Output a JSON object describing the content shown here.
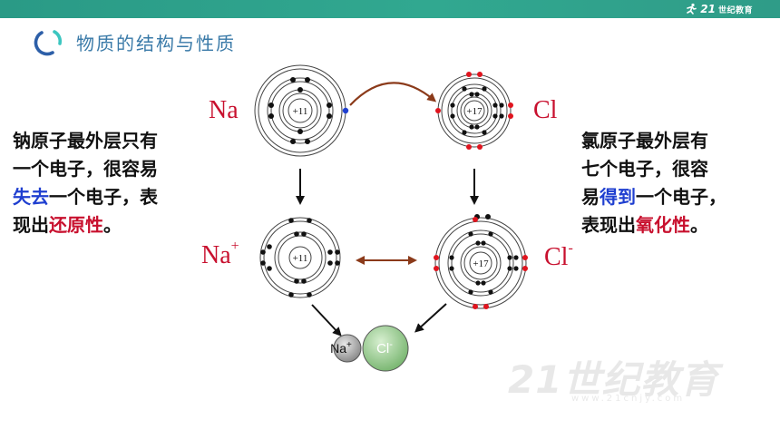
{
  "header": {
    "brand_num": "21",
    "brand_text": "世纪教育",
    "title": "物质的结构与性质"
  },
  "labels": {
    "na": "Na",
    "cl": "Cl",
    "na_ion_base": "Na",
    "na_ion_charge": "+",
    "cl_ion_base": "Cl",
    "cl_ion_charge": "-",
    "nucleus_na": "+11",
    "nucleus_cl": "+17",
    "ion_na": "Na",
    "ion_na_charge": "+",
    "ion_cl": "Cl",
    "ion_cl_charge": "-"
  },
  "left_text": {
    "line1": "钠原子最外层只有",
    "line2": "一个电子，很容易",
    "line3_blue": "失去",
    "line3_rest": "一个电子，表",
    "line4_pre": "现出",
    "line4_red": "还原性",
    "line4_post": "。"
  },
  "right_text": {
    "line1": "氯原子最外层有",
    "line2": "七个电子，很容",
    "line3_pre": "易",
    "line3_blue": "得到",
    "line3_rest": "一个电子，",
    "line4_pre": "表现出",
    "line4_red": "氧化性",
    "line4_post": "。"
  },
  "watermark": {
    "main": "21世纪教育",
    "sub": "www.21cnjy.com"
  },
  "colors": {
    "teal_bar": "#2f9c88",
    "title_blue": "#3a7aa8",
    "label_red": "#c8102e",
    "highlight_blue": "#1f3fd0",
    "transfer_arrow": "#8b3a1a",
    "electron_black": "#111111",
    "electron_red": "#e0141e",
    "electron_blue": "#1f3fd0",
    "na_ion_fill": "#a9a9a9",
    "cl_ion_fill": "#9fce9a"
  }
}
